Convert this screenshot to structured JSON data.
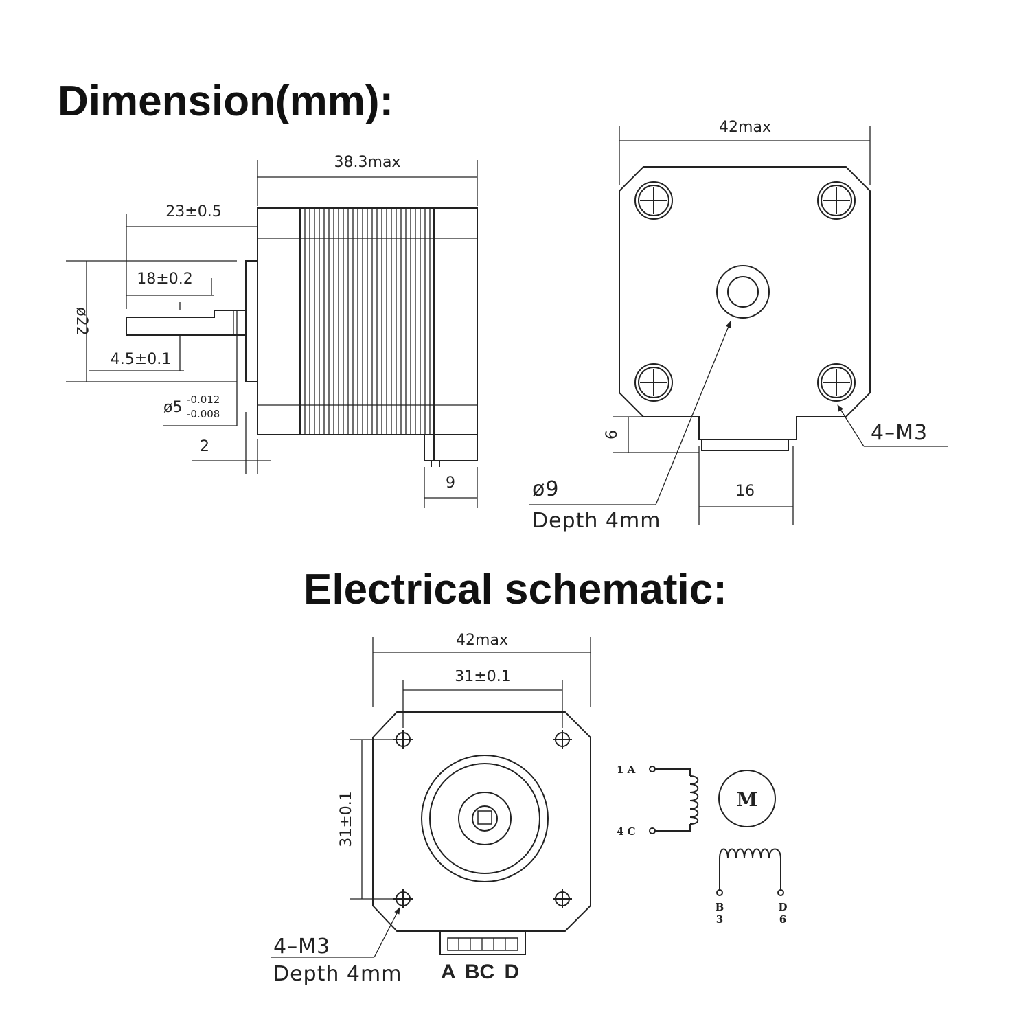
{
  "headings": {
    "dimension": "Dimension(mm):",
    "electrical": "Electrical schematic:"
  },
  "side_view": {
    "length": "38.3max",
    "shaft_length": "23±0.5",
    "flat_length": "18±0.2",
    "boss_diameter": "ø22",
    "flat_depth": "4.5±0.1",
    "shaft_diameter": "ø5",
    "shaft_tol_upper": "-0.012",
    "shaft_tol_lower": "-0.008",
    "boss_height": "2",
    "connector_width": "9"
  },
  "bottom_view": {
    "width": "42max",
    "notch_height": "6",
    "hole_diameter": "ø9",
    "hole_depth": "Depth 4mm",
    "mount_holes": "4–M3",
    "notch_width": "16"
  },
  "front_view": {
    "width": "42max",
    "hole_spacing_h": "31±0.1",
    "hole_spacing_v": "31±0.1",
    "mount_holes": "4–M3",
    "hole_depth": "Depth 4mm",
    "connector_pins": "A BC D"
  },
  "wiring": {
    "lead_1a": "1 A",
    "lead_4c": "4 C",
    "motor": "M",
    "lead_b": "B",
    "lead_b_num": "3",
    "lead_d": "D",
    "lead_d_num": "6"
  },
  "colors": {
    "line": "#222222",
    "fill": "#ffffff"
  }
}
